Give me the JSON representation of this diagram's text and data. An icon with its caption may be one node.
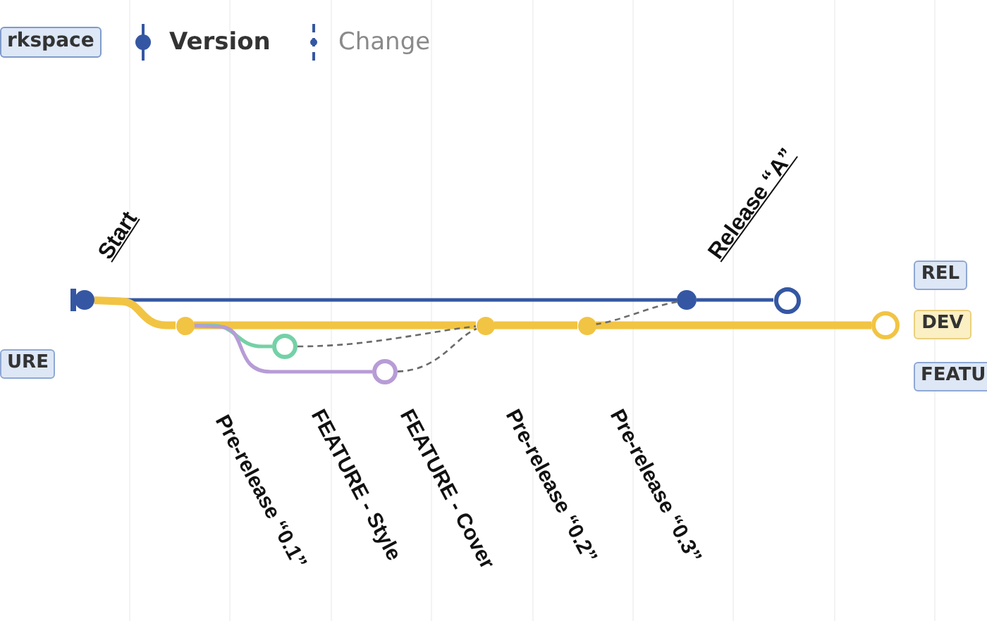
{
  "diagram": {
    "nodes": [
      {
        "text": [],
        "shape": "circle",
        "beside": [
          "Start"
        ]
      },
      {
        "text": [],
        "shape": "circle",
        "beside": [
          "Pre-release “0.1”"
        ]
      },
      {
        "text": [],
        "shape": "circle"
      },
      {
        "text": [],
        "shape": "circle",
        "beside": [
          "FEATURE - Cover"
        ]
      },
      {
        "text": [],
        "shape": "circle",
        "beside": [
          "Pre-release “0.2”"
        ]
      },
      {
        "text": [],
        "shape": "circle",
        "beside": [
          "Pre-release “0.3”"
        ]
      },
      {
        "text": [],
        "shape": "circle",
        "beside": [
          "Release “A”"
        ]
      },
      {
        "text": [],
        "shape": "circle"
      },
      {
        "text": [],
        "shape": "circle"
      },
      {
        "text": [
          "REL"
        ]
      },
      {
        "text": [
          "DEV"
        ]
      },
      {
        "text": [
          "FEATU"
        ]
      },
      {
        "text": [
          "URE"
        ]
      }
    ],
    "edges": [
      {
        "from": 0,
        "to": 6,
        "arrow": "none",
        "color": "#3557a3"
      },
      {
        "from": 6,
        "to": 7,
        "arrow": "none",
        "color": "#3557a3"
      },
      {
        "from": 0,
        "to": 1,
        "arrow": "none",
        "style": "thick",
        "color": "#f2c443"
      },
      {
        "from": 1,
        "to": 4,
        "arrow": "none",
        "style": "thick",
        "color": "#f2c443"
      },
      {
        "from": 4,
        "to": 5,
        "arrow": "none",
        "style": "thick",
        "color": "#f2c443"
      },
      {
        "from": 5,
        "to": 8,
        "arrow": "none",
        "style": "thick",
        "color": "#f2c443"
      },
      {
        "from": 1,
        "to": 2,
        "arrow": "none",
        "color": "#74d1a6"
      },
      {
        "from": 1,
        "to": 3,
        "arrow": "none",
        "color": "#b79cd6"
      },
      {
        "from": 2,
        "to": 4,
        "arrow": "none",
        "style": "dashed",
        "color": "#6b6b6b"
      },
      {
        "from": 3,
        "to": 4,
        "arrow": "none",
        "style": "dashed",
        "color": "#6b6b6b"
      },
      {
        "from": 5,
        "to": 6,
        "arrow": "none",
        "style": "dashed",
        "color": "#6b6b6b"
      }
    ],
    "labels": [
      "FEATURE - Style"
    ],
    "legend": [
      {
        "text": "rkspace"
      },
      {
        "text": "Version"
      },
      {
        "text": "Change"
      }
    ]
  }
}
